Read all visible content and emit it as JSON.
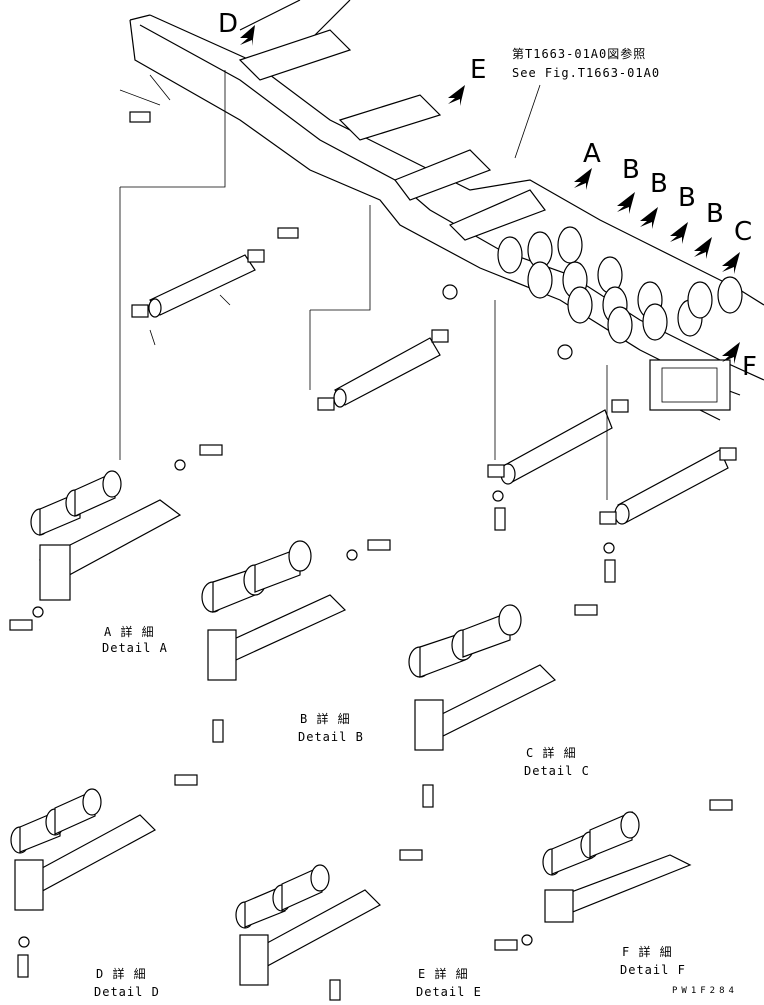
{
  "reference": {
    "jp": "第T1663-01A0図参照",
    "en": "See Fig.T1663-01A0"
  },
  "arrows": {
    "A": "A",
    "B1": "B",
    "B2": "B",
    "B3": "B",
    "B4": "B",
    "C": "C",
    "D": "D",
    "E": "E",
    "F": "F"
  },
  "details": [
    {
      "jp": "A 詳 細",
      "en": "Detail A"
    },
    {
      "jp": "B 詳 細",
      "en": "Detail B"
    },
    {
      "jp": "C 詳 細",
      "en": "Detail C"
    },
    {
      "jp": "D 詳 細",
      "en": "Detail D"
    },
    {
      "jp": "E 詳 細",
      "en": "Detail E"
    },
    {
      "jp": "F 詳 細",
      "en": "Detail F"
    }
  ],
  "drawing_code": "PW1F284"
}
